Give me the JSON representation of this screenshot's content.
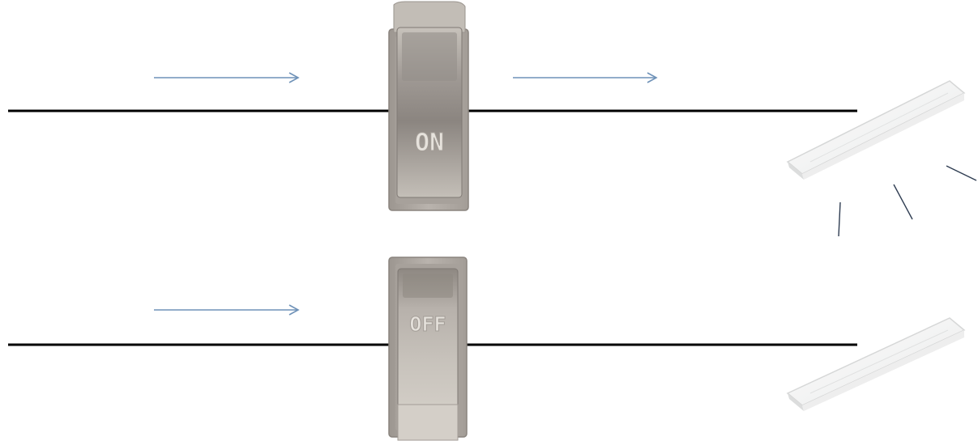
{
  "circuits": [
    {
      "state": "on",
      "switch_label": "ON",
      "current_flows_after_switch": true,
      "light_lit": true
    },
    {
      "state": "off",
      "switch_label": "OFF",
      "current_flows_after_switch": false,
      "light_lit": false
    }
  ],
  "colors": {
    "wire": "#000000",
    "arrow": "#6f92b8",
    "switch_body": "#b3ada6",
    "switch_face": "#c9c4bd",
    "switch_dark": "#8f8983",
    "label_text": "#e6e2dc",
    "fixture": "#f7f7f5",
    "ray": "#2f3d52"
  }
}
